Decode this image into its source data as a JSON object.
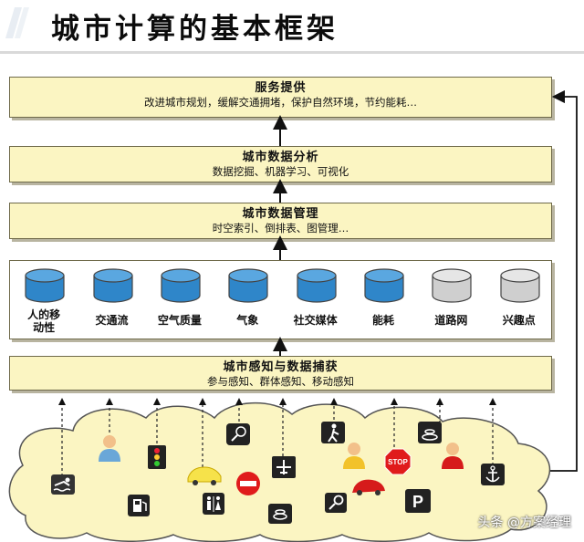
{
  "page": {
    "title": "城市计算的基本框架"
  },
  "layers": {
    "service": {
      "title": "服务提供",
      "subtitle": "改进城市规划，缓解交通拥堵，保护自然环境，节约能耗…"
    },
    "analysis": {
      "title": "城市数据分析",
      "subtitle": "数据挖掘、机器学习、可视化"
    },
    "manage": {
      "title": "城市数据管理",
      "subtitle": "时空索引、倒排表、图管理…"
    },
    "sense": {
      "title": "城市感知与数据捕获",
      "subtitle": "参与感知、群体感知、移动感知"
    }
  },
  "datasets": [
    {
      "line1": "人的移",
      "line2": "动性",
      "color": "blue"
    },
    {
      "line1": "交通流",
      "line2": "",
      "color": "blue"
    },
    {
      "line1": "空气质量",
      "line2": "",
      "color": "blue"
    },
    {
      "line1": "气象",
      "line2": "",
      "color": "blue"
    },
    {
      "line1": "社交媒体",
      "line2": "",
      "color": "blue"
    },
    {
      "line1": "能耗",
      "line2": "",
      "color": "blue"
    },
    {
      "line1": "道路网",
      "line2": "",
      "color": "gray"
    },
    {
      "line1": "兴趣点",
      "line2": "",
      "color": "gray"
    }
  ],
  "sensor_icons": {
    "stop_sign": "STOP",
    "parking": "P",
    "names": [
      "swimmer-icon",
      "person-icon",
      "traffic-light-icon",
      "car-icon",
      "gas-station-icon",
      "restroom-icon",
      "no-entry-icon",
      "tennis-icon",
      "airplane-icon",
      "radar-icon",
      "hiker-icon",
      "person-icon",
      "stop-sign-icon",
      "red-car-icon",
      "magnifier-icon",
      "parking-icon",
      "signal-icon",
      "red-person-icon",
      "anchor-icon"
    ]
  },
  "colors": {
    "layer_fill": "#fbf5c2",
    "db_blue": "#2f86c9",
    "db_gray": "#cfcfcf",
    "cloud_fill": "#fbf5c2"
  },
  "watermark": {
    "text": "头条 @方案经理"
  }
}
